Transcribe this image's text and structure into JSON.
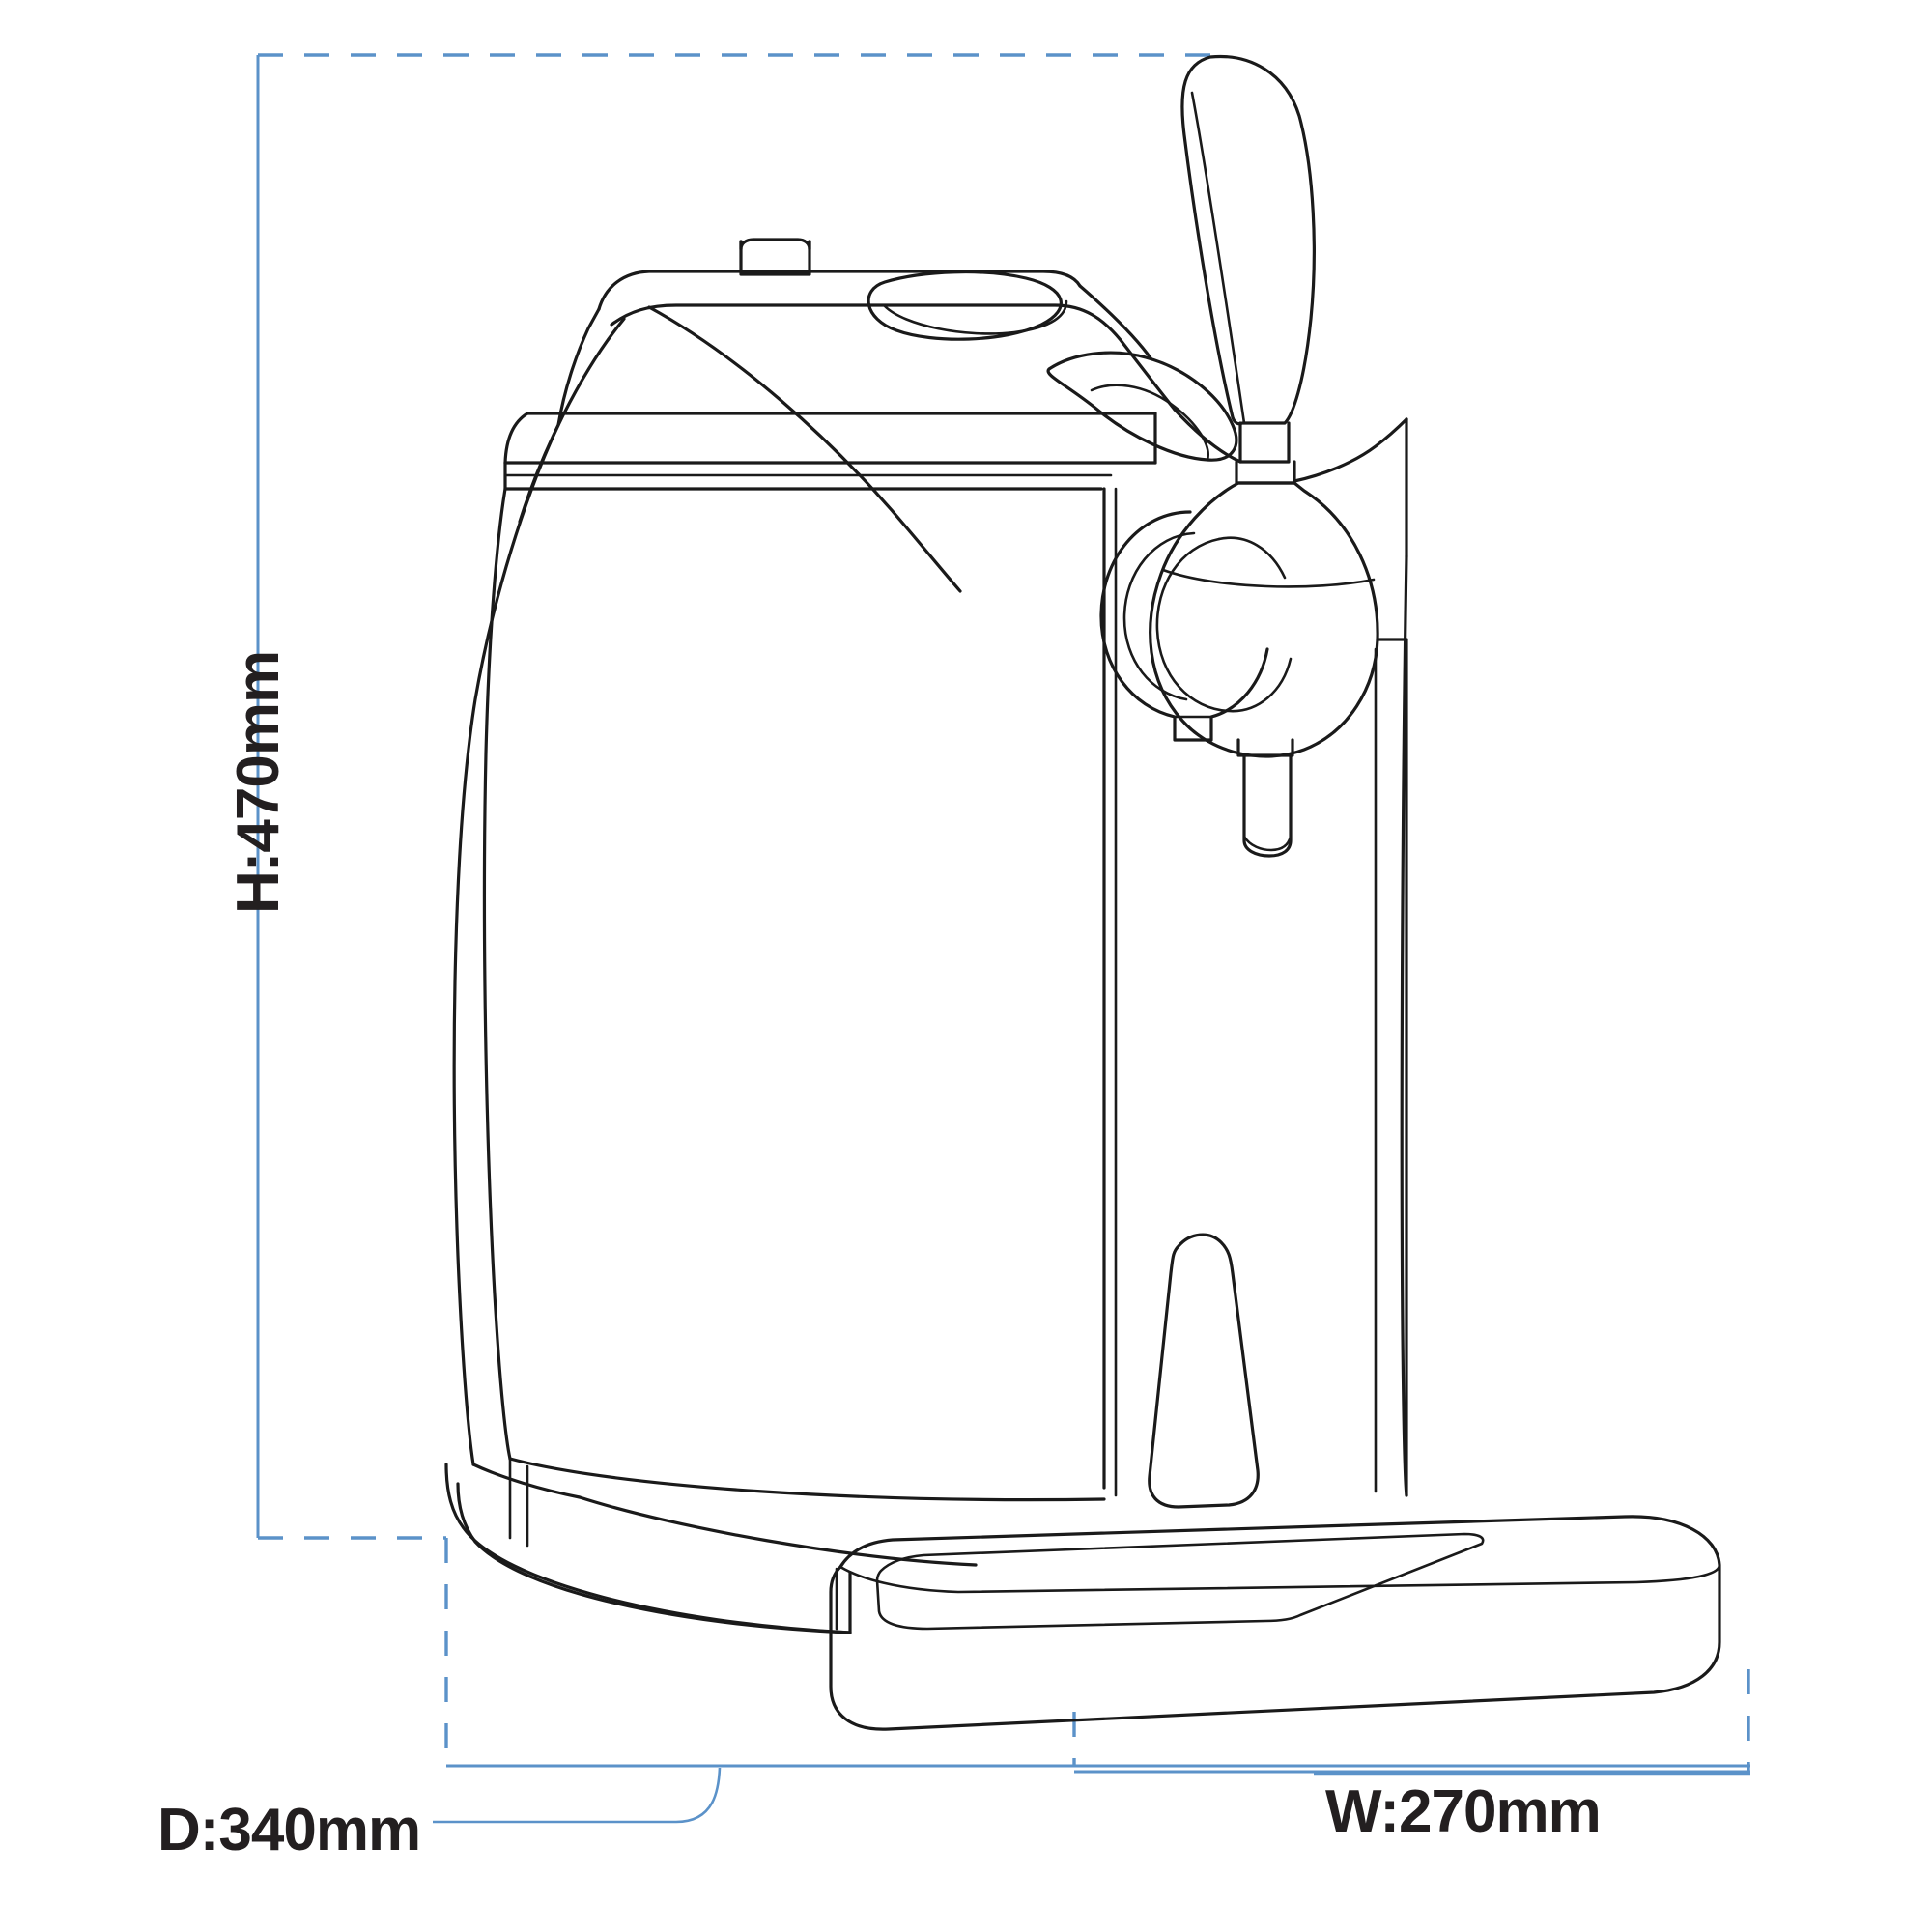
{
  "diagram": {
    "title": "Beer keg dispenser dimension drawing",
    "subject": "countertop beer keg tap dispenser",
    "view": "three-quarter line-art technical drawing",
    "background_color": "#ffffff",
    "outline_color": "#1a1a1a",
    "dimension_line_color": "#5b92c9",
    "label_color": "#231f20"
  },
  "dimensions": {
    "height": {
      "label": "H:470mm",
      "axis": "height",
      "value": 470,
      "unit": "mm",
      "orientation": "vertical",
      "rotation_deg": -90
    },
    "depth": {
      "label": "D:340mm",
      "axis": "depth",
      "value": 340,
      "unit": "mm",
      "orientation": "horizontal"
    },
    "width": {
      "label": "W:270mm",
      "axis": "width",
      "value": 270,
      "unit": "mm",
      "orientation": "horizontal"
    }
  },
  "parts": [
    {
      "name": "tap-handle",
      "description": "tall tapered paddle tap handle"
    },
    {
      "name": "tap-body",
      "description": "bulbous faucet body with collar ring and spout"
    },
    {
      "name": "tap-spout",
      "description": "downward pouring spout"
    },
    {
      "name": "tap-collar-ring",
      "description": "circular locking collar with tab"
    },
    {
      "name": "lid-assembly",
      "description": "top lid with vent cap and oval dial"
    },
    {
      "name": "vent-cap",
      "description": "small rectangular cap on lid"
    },
    {
      "name": "oval-dial",
      "description": "oval control dial on lid"
    },
    {
      "name": "carry-handle-recess",
      "description": "recessed carry handle on top right"
    },
    {
      "name": "main-body",
      "description": "large chilled keg housing"
    },
    {
      "name": "front-panel",
      "description": "front face of the housing"
    },
    {
      "name": "glass-rest-recess",
      "description": "tapered recess panel above drip tray"
    },
    {
      "name": "base-skirt",
      "description": "lower base skirt of the housing"
    },
    {
      "name": "drip-tray",
      "description": "removable rectangular drip tray"
    }
  ]
}
